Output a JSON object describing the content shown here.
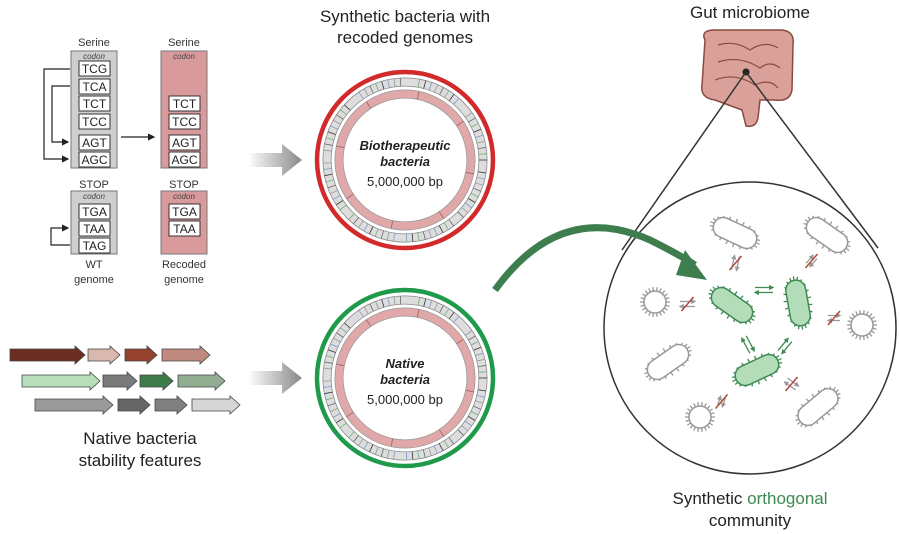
{
  "codon_table": {
    "serine_label": "Serine",
    "stop_label": "STOP",
    "codon_label": "codon",
    "wt_serine": [
      "TCG",
      "TCA",
      "TCT",
      "TCC",
      "AGT",
      "AGC"
    ],
    "recoded_serine": [
      "TCT",
      "TCC",
      "AGT",
      "AGC"
    ],
    "wt_stop": [
      "TGA",
      "TAA",
      "TAG"
    ],
    "recoded_stop": [
      "TGA",
      "TAA"
    ],
    "wt_caption": [
      "WT",
      "genome"
    ],
    "recoded_caption": [
      "Recoded",
      "genome"
    ]
  },
  "center": {
    "title": [
      "Synthetic bacteria with",
      "recoded genomes"
    ],
    "top_genome": {
      "name": [
        "Biotherapeutic",
        "bacteria"
      ],
      "size": "5,000,000 bp"
    },
    "bottom_genome": {
      "name": [
        "Native",
        "bacteria"
      ],
      "size": "5,000,000 bp"
    }
  },
  "left_bottom": {
    "caption": [
      "Native bacteria",
      "stability features"
    ]
  },
  "right": {
    "title": "Gut microbiome",
    "caption_prefix": "Synthetic ",
    "caption_highlight": "orthogonal",
    "caption_line2": "community"
  },
  "colors": {
    "recoded": "#d99a9c",
    "wt": "#cfcfcf",
    "red_ring": "#d22a2a",
    "green_ring": "#1e9a4a",
    "orthogonal": "#3e8a52",
    "cell_fill": "#b3dcb9"
  }
}
